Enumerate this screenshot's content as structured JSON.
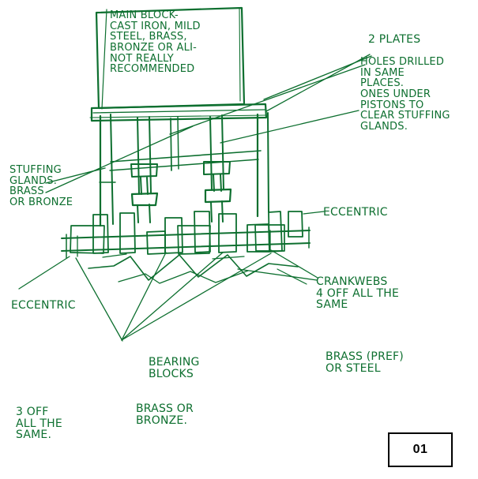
{
  "annotations": {
    "main_block": "MAIN BLOCK-\nCAST IRON, MILD\nSTEEL, BRASS,\nBRONZE OR ALI-\nNOT REALLY\nRECOMMENDED",
    "plates": "2 PLATES",
    "holes": "HOLES DRILLED\nIN SAME\nPLACES.\nONES UNDER\nPISTONS TO\nCLEAR STUFFING\nGLANDS.",
    "stuffing_glands": "STUFFING\nGLANDS.\nBRASS\nOR BRONZE",
    "eccentric_right": "ECCENTRIC",
    "eccentric_left": "ECCENTRIC",
    "crankwebs": "CRANKWEBS\n4 OFF ALL THE\nSAME",
    "crankweb_material": "BRASS (PREF)\nOR STEEL",
    "bearing_blocks": "BEARING\nBLOCKS",
    "bearing_qty": "3 OFF\nALL THE\nSAME.",
    "bearing_material": "BRASS OR\nBRONZE."
  },
  "page_label": "01",
  "colors": {
    "ink": "#0d6f2f",
    "frame": "#000000"
  }
}
